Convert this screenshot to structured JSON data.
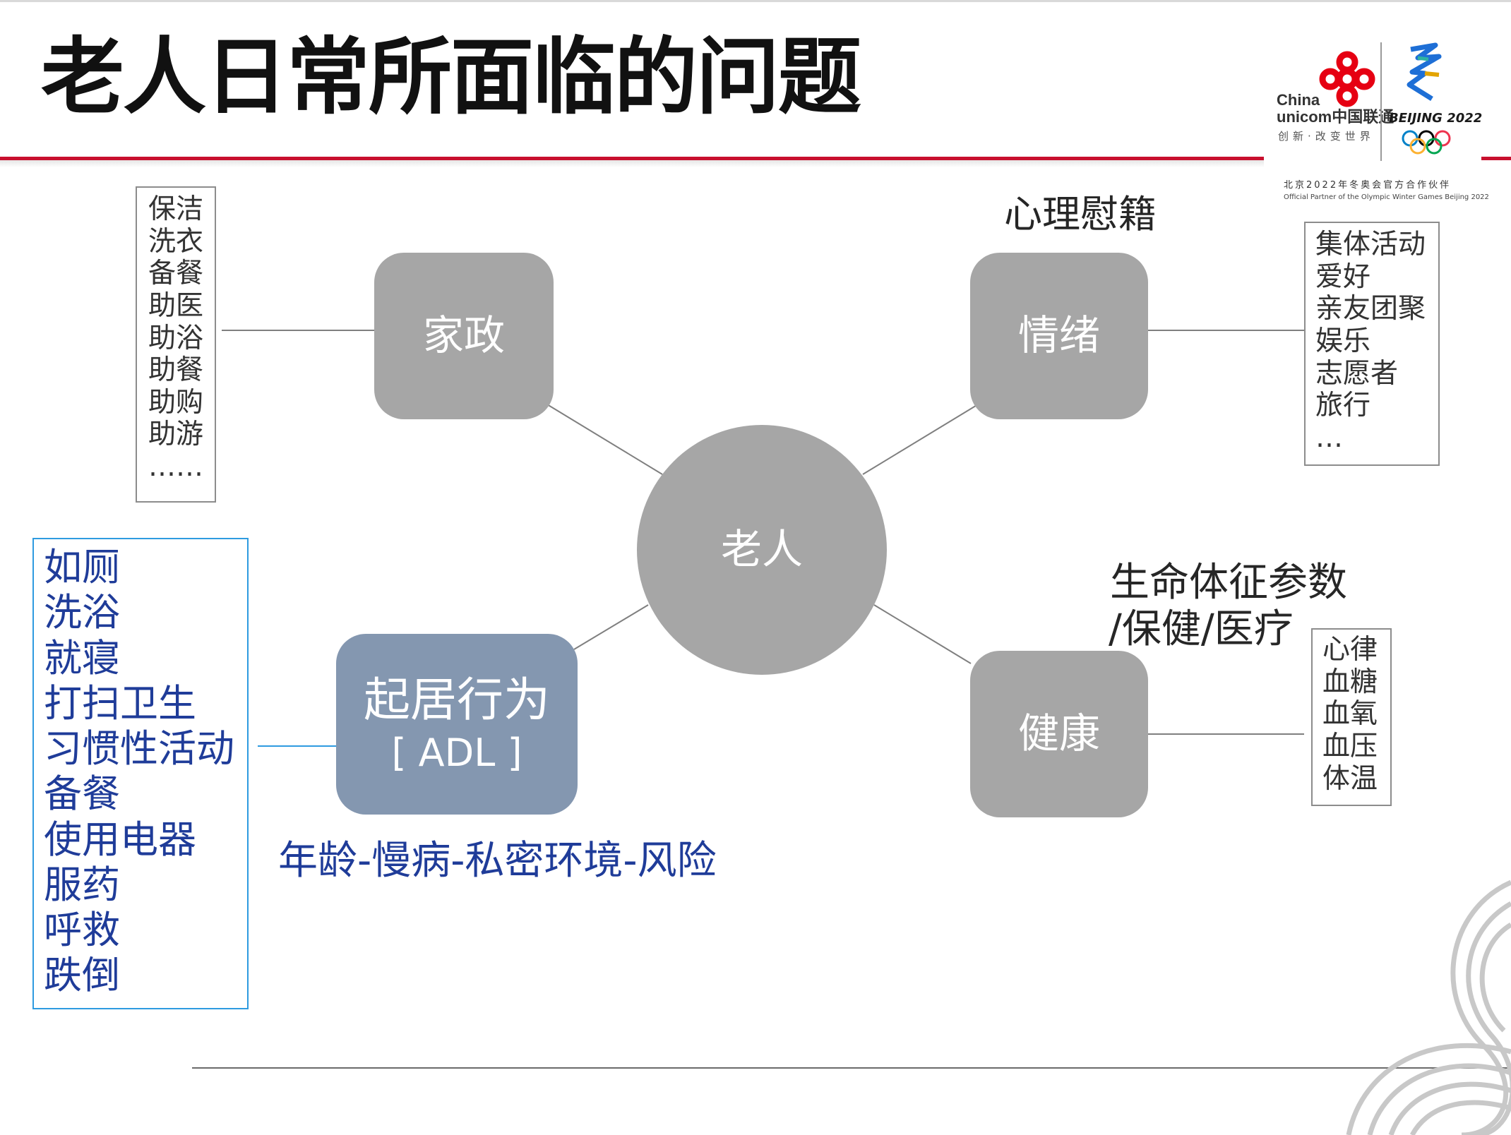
{
  "title": "老人日常所面临的问题",
  "center": "老人",
  "nodes": {
    "housekeeping": "家政",
    "emotion": "情绪",
    "health": "健康",
    "adl_line1": "起居行为",
    "adl_line2": "[ ADL ]"
  },
  "labels": {
    "emotion_caption": "心理慰籍",
    "health_caption_line1": "生命体征参数",
    "health_caption_line2": "/保健/医疗",
    "adl_caption": "年龄-慢病-私密环境-风险"
  },
  "lists": {
    "housekeeping": [
      "保洁",
      "洗衣",
      "备餐",
      "助医",
      "助浴",
      "助餐",
      "助购",
      "助游",
      "……"
    ],
    "emotion": [
      "集体活动",
      "爱好",
      "亲友团聚",
      "娱乐",
      "志愿者",
      "旅行",
      "…"
    ],
    "health": [
      "心律",
      "血糖",
      "血氧",
      "血压",
      "体温"
    ],
    "adl": [
      "如厕",
      "洗浴",
      "就寝",
      "打扫卫生",
      "习惯性活动",
      "备餐",
      "使用电器",
      "服药",
      "呼救",
      "跌倒"
    ]
  },
  "logo": {
    "cu_line1": "China",
    "cu_line2": "unicom中国联通",
    "cu_slogan": "创新·改变世界",
    "bj": "BEIJING 2022",
    "partner_cn": "北京2022年冬奥会官方合作伙伴",
    "partner_en": "Official Partner of the Olympic Winter Games Beijing 2022"
  },
  "colors": {
    "node_gray": "#a6a6a6",
    "adl_blue": "#8497b0",
    "accent_red": "#c8102e",
    "list_blue": "#1f3c99"
  }
}
